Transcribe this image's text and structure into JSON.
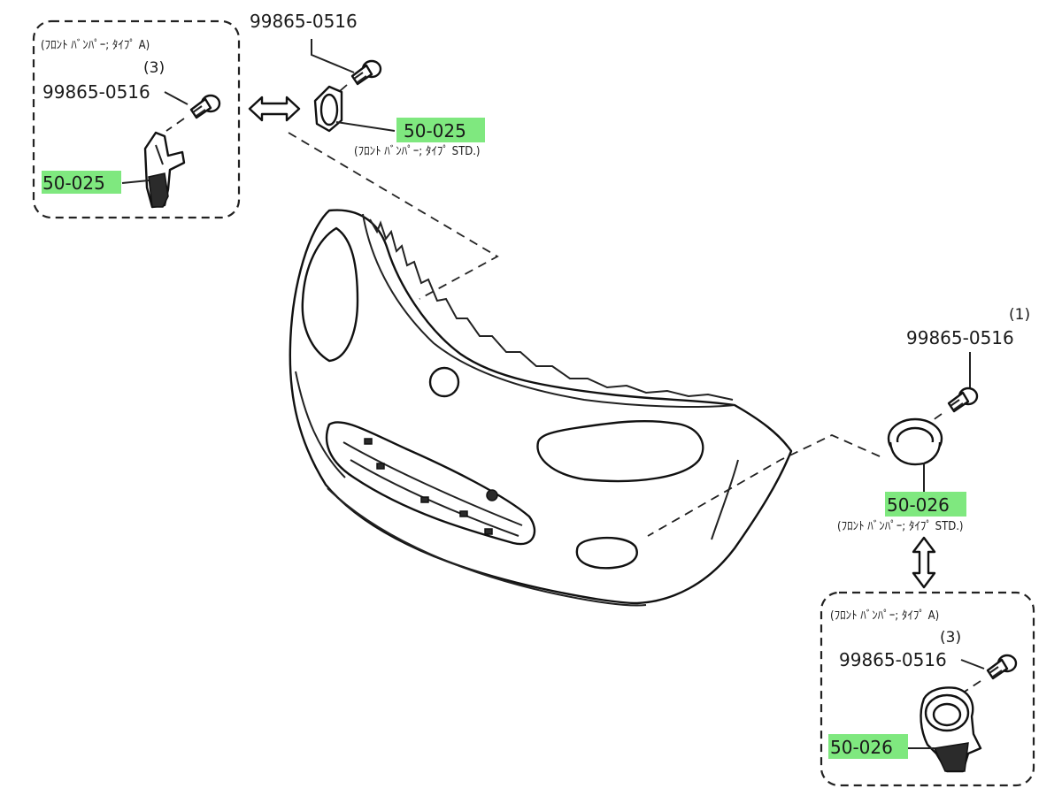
{
  "colors": {
    "highlight": "#7fe87f",
    "line": "#222222",
    "background": "#ffffff"
  },
  "labels": {
    "top_bolt_part": "99865-0516",
    "left_box_variant": "(ﾌﾛﾝﾄ ﾊﾞﾝﾊﾟｰ; ﾀｲﾌﾟ A)",
    "left_box_qty": "(3)",
    "left_box_bolt_part": "99865-0516",
    "left_box_bracket_part": "50-025",
    "top_bracket_part": "50-025",
    "top_bracket_note": "(ﾌﾛﾝﾄ ﾊﾞﾝﾊﾟｰ; ﾀｲﾌﾟ STD.)",
    "right_qty": "(1)",
    "right_bolt_part": "99865-0516",
    "right_bracket_part": "50-026",
    "right_bracket_note": "(ﾌﾛﾝﾄ ﾊﾞﾝﾊﾟｰ; ﾀｲﾌﾟ STD.)",
    "right_box_variant": "(ﾌﾛﾝﾄ ﾊﾞﾝﾊﾟｰ; ﾀｲﾌﾟ A)",
    "right_box_qty": "(3)",
    "right_box_bolt_part": "99865-0516",
    "right_box_bracket_part": "50-026"
  }
}
